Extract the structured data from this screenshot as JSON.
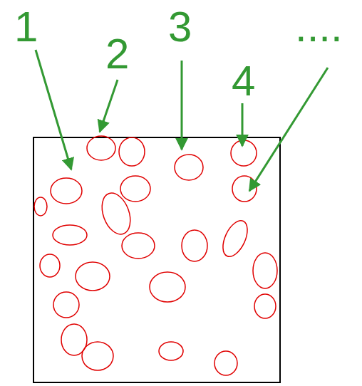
{
  "diagram": {
    "labels": [
      "1",
      "2",
      "3",
      "4",
      "...."
    ]
  }
}
